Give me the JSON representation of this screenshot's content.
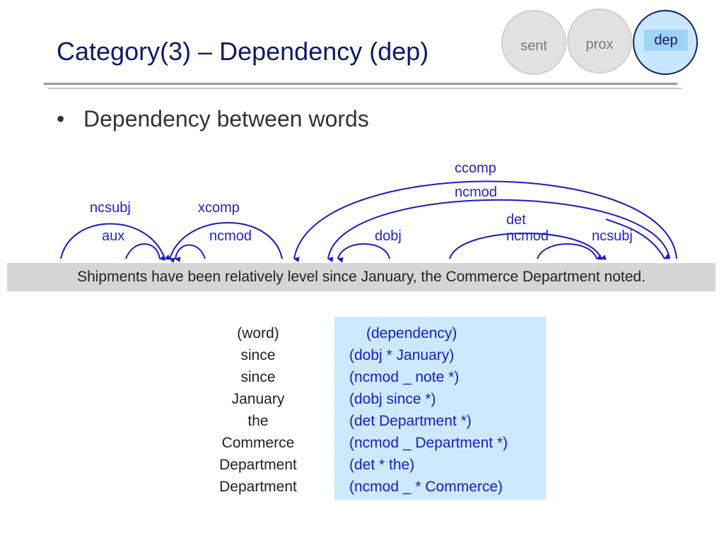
{
  "slide": {
    "title": "Category(3) – Dependency (dep)",
    "nav": {
      "sent": "sent",
      "prox": "prox",
      "dep": "dep"
    },
    "bullet": "Dependency between words",
    "sentence": "Shipments have been relatively level since January, the Commerce Department noted.",
    "arc_labels": {
      "ccomp": "ccomp",
      "ncmod_top": "ncmod",
      "ncsubj_left": "ncsubj",
      "xcomp": "xcomp",
      "det": "det",
      "aux": "aux",
      "ncmod_mid": "ncmod",
      "dobj": "dobj",
      "ncmod_right": "ncmod",
      "ncsubj_right": "ncsubj"
    },
    "table": {
      "word_header": "(word)",
      "dep_header": "(dependency)",
      "words": [
        "since",
        "since",
        "January",
        "the",
        "Commerce",
        "Department",
        "Department"
      ],
      "dependencies": [
        "(dobj * January)",
        "(ncmod _ note *)",
        "(dobj since *)",
        "(det Department *)",
        "(ncmod _ Department *)",
        "(det * the)",
        "(ncmod _ * Commerce)"
      ]
    },
    "colors": {
      "title": "#0d1a6b",
      "arc": "#1a1acc",
      "panel": "#cce9ff",
      "sentence_bar": "#d6d6d6"
    }
  }
}
